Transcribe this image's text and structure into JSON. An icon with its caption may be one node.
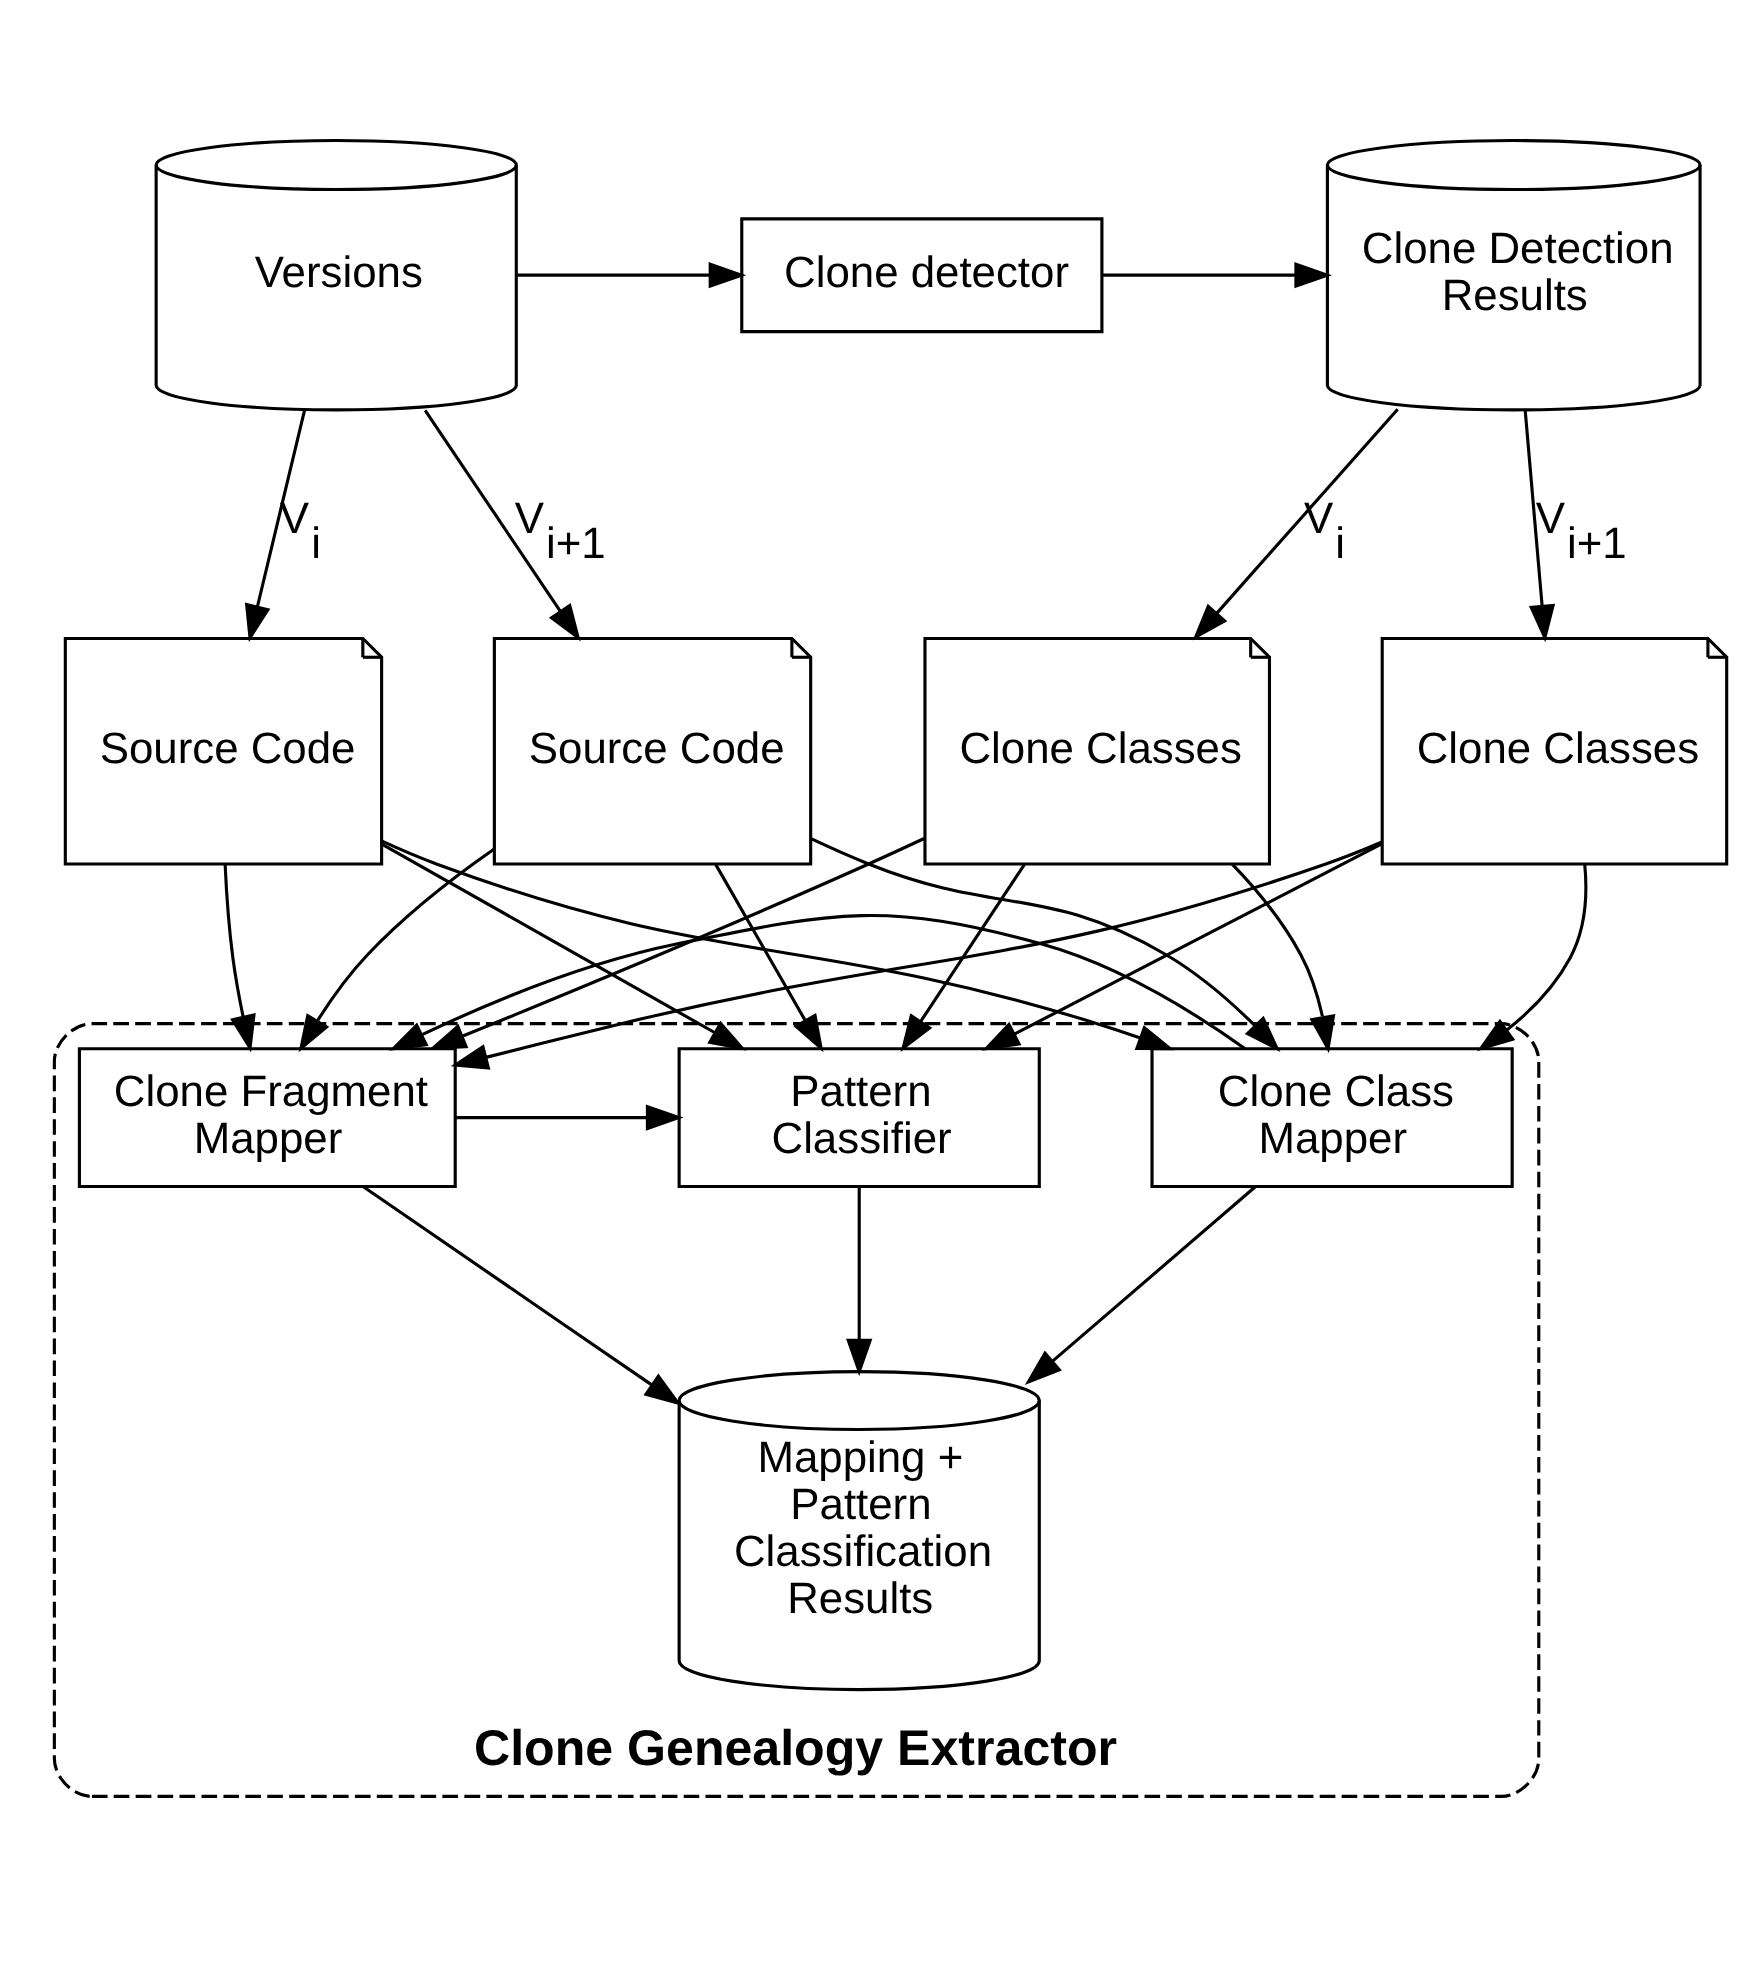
{
  "diagram": {
    "nodes": [
      {
        "text": [
          "Versions"
        ]
      },
      {
        "text": [
          "Clone detector"
        ]
      },
      {
        "text": [
          "Clone Detection Results"
        ]
      },
      {
        "text": [
          "Source Code"
        ]
      },
      {
        "text": [
          "Source Code"
        ]
      },
      {
        "text": [
          "Clone Classes"
        ]
      },
      {
        "text": [
          "Clone Classes"
        ]
      },
      {
        "text": [
          "Clone Genealogy Extractor"
        ]
      },
      {
        "text": [
          "Clone Class Mapper"
        ],
        "in": 7
      },
      {
        "text": [
          "Clone Fragment Mapper"
        ],
        "in": 7
      },
      {
        "text": [
          "Pattern Classifier"
        ],
        "in": 7
      },
      {
        "text": [
          "Mapping + Pattern Classification Results"
        ],
        "in": 7
      }
    ],
    "edges": [
      {
        "from": 0,
        "to": 1,
        "arrow": "to"
      },
      {
        "from": 1,
        "to": 2,
        "arrow": "to"
      },
      {
        "from": 0,
        "to": 3,
        "arrow": "to",
        "label": "V$_{i}$"
      },
      {
        "from": 0,
        "to": 4,
        "arrow": "to",
        "label": "V$_{i+1}$"
      },
      {
        "from": 2,
        "to": 5,
        "arrow": "to",
        "label": "V$_{i}$"
      },
      {
        "from": 2,
        "to": 6,
        "arrow": "to",
        "label": "V$_{i+1}$"
      },
      {
        "from": 3,
        "to": 8,
        "arrow": "to"
      },
      {
        "from": 3,
        "to": 9,
        "arrow": "to"
      },
      {
        "from": 3,
        "to": 10,
        "arrow": "to"
      },
      {
        "from": 4,
        "to": 8,
        "arrow": "to"
      },
      {
        "from": 4,
        "to": 9,
        "arrow": "to"
      },
      {
        "from": 4,
        "to": 10,
        "arrow": "to"
      },
      {
        "from": 5,
        "to": 8,
        "arrow": "to"
      },
      {
        "from": 5,
        "to": 9,
        "arrow": "to"
      },
      {
        "from": 5,
        "to": 10,
        "arrow": "to"
      },
      {
        "from": 6,
        "to": 8,
        "arrow": "to"
      },
      {
        "from": 6,
        "to": 9,
        "arrow": "to"
      },
      {
        "from": 6,
        "to": 10,
        "arrow": "to"
      },
      {
        "from": 8,
        "to": 9,
        "arrow": "to"
      },
      {
        "from": 9,
        "to": 10,
        "arrow": "to"
      },
      {
        "from": 9,
        "to": 11,
        "arrow": "to"
      },
      {
        "from": 8,
        "to": 11,
        "arrow": "to"
      },
      {
        "from": 10,
        "to": 11,
        "arrow": "to"
      }
    ]
  }
}
